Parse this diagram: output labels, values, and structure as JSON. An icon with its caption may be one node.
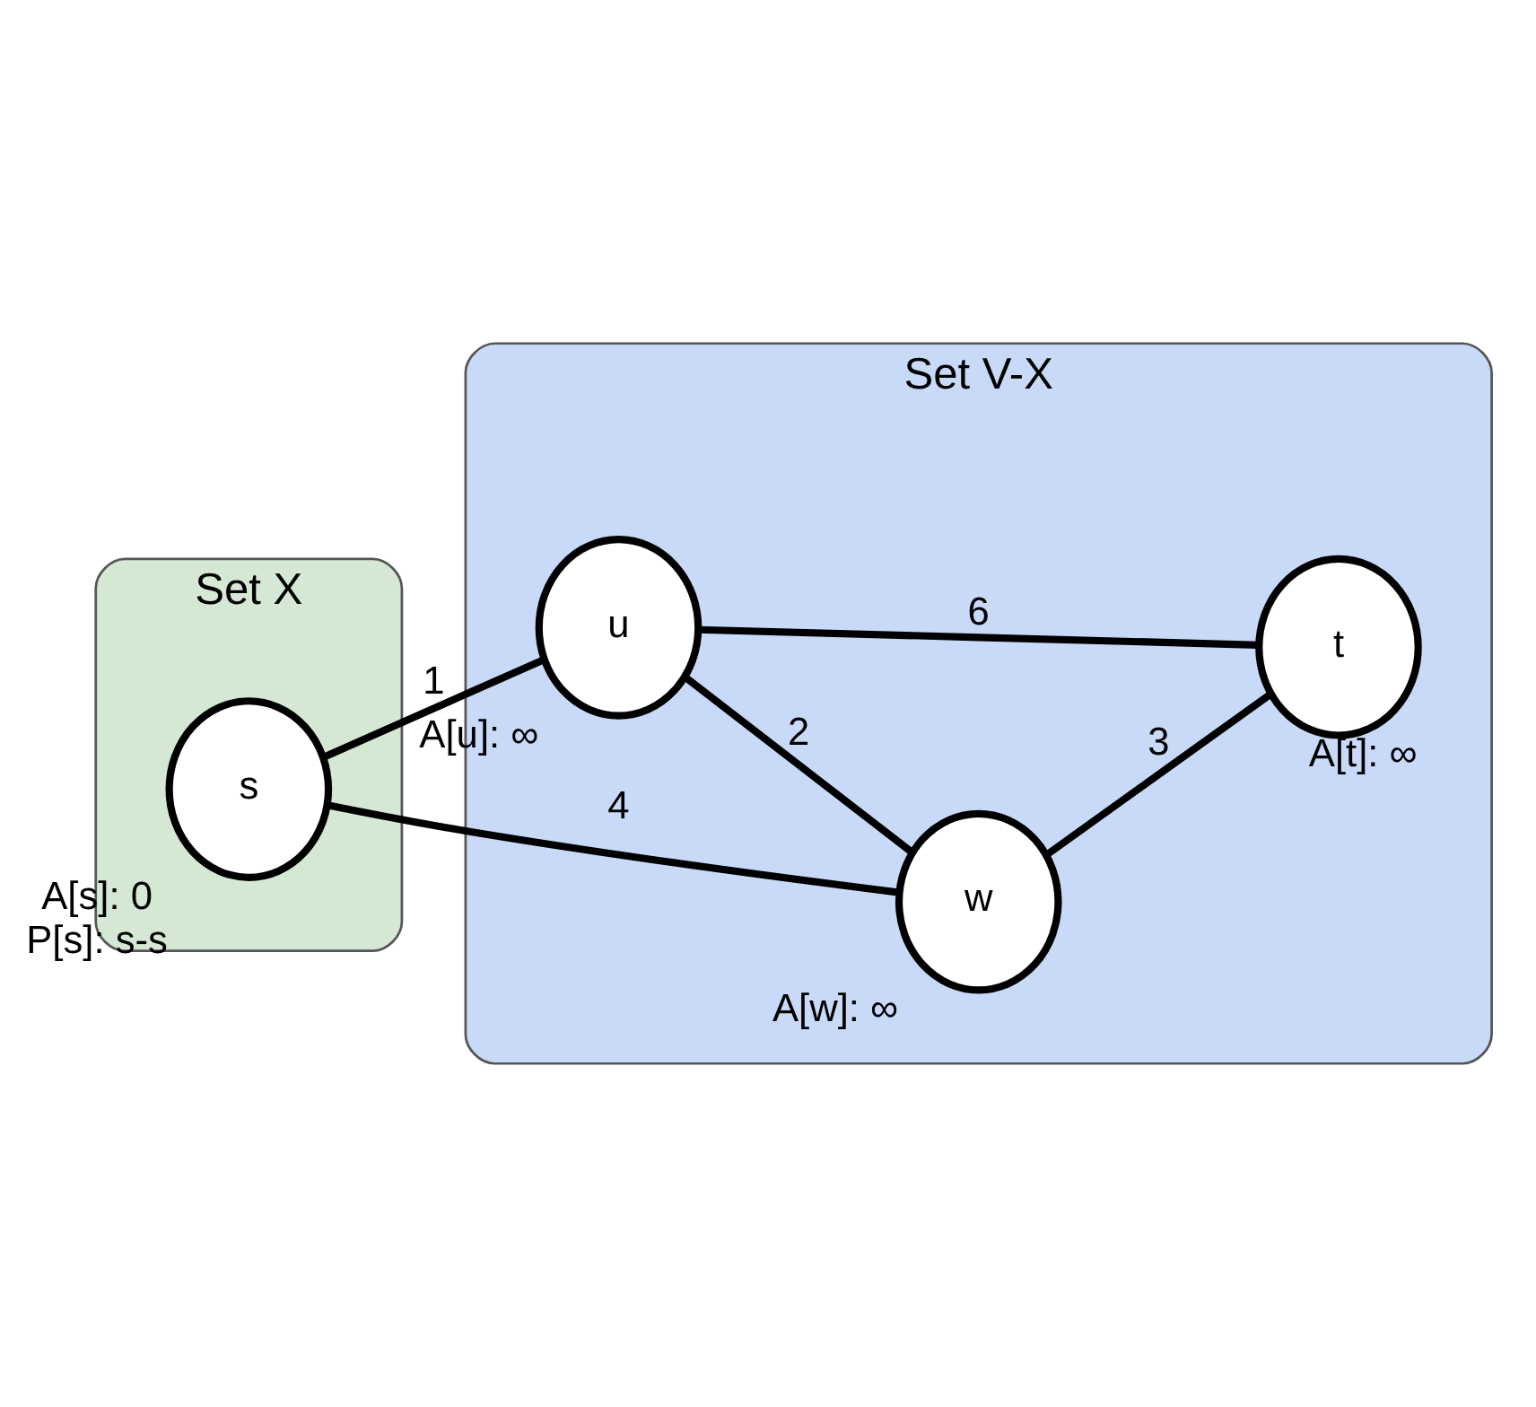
{
  "diagram": {
    "nodes": [
      {
        "text": [
          "Set X"
        ]
      },
      {
        "text": [
          "Set V-X"
        ]
      },
      {
        "text": [
          "s"
        ],
        "in": 0,
        "beside": [
          "A[s]: 0",
          "P[s]: s-s"
        ]
      },
      {
        "text": [
          "u"
        ],
        "in": 1,
        "beside": [
          "A[u]: ∞"
        ]
      },
      {
        "text": [
          "w"
        ],
        "in": 1,
        "beside": [
          "A[w]: ∞"
        ]
      },
      {
        "text": [
          "t"
        ],
        "in": 1,
        "beside": [
          "A[t]: ∞"
        ]
      }
    ],
    "edges": [
      {
        "from": 2,
        "to": 3,
        "arrow": "none",
        "label": "1"
      },
      {
        "from": 2,
        "to": 4,
        "arrow": "none",
        "label": "4"
      },
      {
        "from": 3,
        "to": 4,
        "arrow": "none",
        "label": "2"
      },
      {
        "from": 3,
        "to": 5,
        "arrow": "none",
        "label": "6"
      },
      {
        "from": 4,
        "to": 5,
        "arrow": "none",
        "label": "3"
      }
    ]
  }
}
